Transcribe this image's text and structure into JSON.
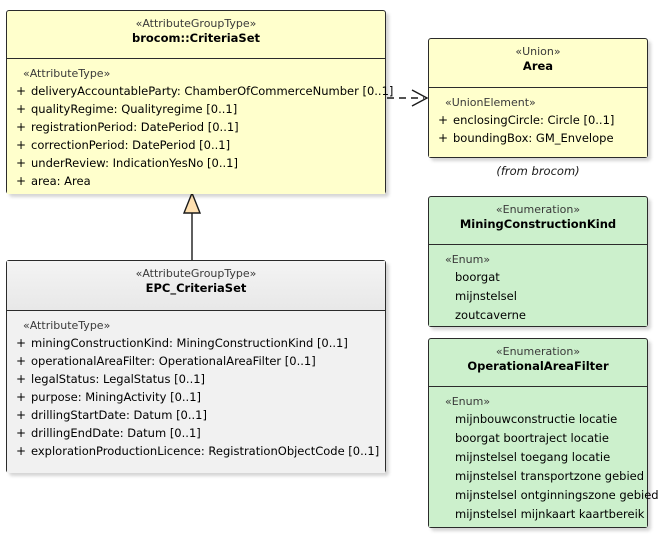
{
  "diagram": {
    "type": "uml-class-diagram",
    "background": "#ffffff",
    "colors": {
      "class_yellow": "#ffffcc",
      "enum_green": "#ccf0cc",
      "class_gray": "#f1f1f1",
      "border": "#2b2b2b",
      "generalization_arrow_fill": "#ffe0b0"
    }
  },
  "criteria_set": {
    "stereotype": "«AttributeGroupType»",
    "name": "brocom::CriteriaSet",
    "compartment_stereotype": "«AttributeType»",
    "attributes": [
      {
        "visibility": "+",
        "text": "deliveryAccountableParty: ChamberOfCommerceNumber [0..1]"
      },
      {
        "visibility": "+",
        "text": "qualityRegime: Qualityregime [0..1]"
      },
      {
        "visibility": "+",
        "text": "registrationPeriod: DatePeriod [0..1]"
      },
      {
        "visibility": "+",
        "text": "correctionPeriod: DatePeriod [0..1]"
      },
      {
        "visibility": "+",
        "text": "underReview: IndicationYesNo [0..1]"
      },
      {
        "visibility": "+",
        "text": "area: Area"
      }
    ]
  },
  "epc_criteria_set": {
    "stereotype": "«AttributeGroupType»",
    "name": "EPC_CriteriaSet",
    "compartment_stereotype": "«AttributeType»",
    "attributes": [
      {
        "visibility": "+",
        "text": "miningConstructionKind: MiningConstructionKind [0..1]"
      },
      {
        "visibility": "+",
        "text": "operationalAreaFilter: OperationalAreaFilter [0..1]"
      },
      {
        "visibility": "+",
        "text": "legalStatus: LegalStatus [0..1]"
      },
      {
        "visibility": "+",
        "text": "purpose: MiningActivity [0..1]"
      },
      {
        "visibility": "+",
        "text": "drillingStartDate: Datum [0..1]"
      },
      {
        "visibility": "+",
        "text": "drillingEndDate: Datum [0..1]"
      },
      {
        "visibility": "+",
        "text": "explorationProductionLicence: RegistrationObjectCode [0..1]"
      }
    ]
  },
  "area_union": {
    "stereotype": "«Union»",
    "name": "Area",
    "compartment_stereotype": "«UnionElement»",
    "attributes": [
      {
        "visibility": "+",
        "text": "enclosingCircle: Circle [0..1]"
      },
      {
        "visibility": "+",
        "text": "boundingBox: GM_Envelope"
      }
    ],
    "caption": "(from brocom)"
  },
  "mining_construction_kind": {
    "stereotype": "«Enumeration»",
    "name": "MiningConstructionKind",
    "compartment_stereotype": "«Enum»",
    "literals": [
      "boorgat",
      "mijnstelsel",
      "zoutcaverne"
    ]
  },
  "operational_area_filter": {
    "stereotype": "«Enumeration»",
    "name": "OperationalAreaFilter",
    "compartment_stereotype": "«Enum»",
    "literals": [
      "mijnbouwconstructie locatie",
      "boorgat boortraject locatie",
      "mijnstelsel toegang locatie",
      "mijnstelsel transportzone gebied",
      "mijnstelsel ontginningszone gebied",
      "mijnstelsel mijnkaart kaartbereik"
    ]
  },
  "connectors": [
    {
      "id": "generalization",
      "kind": "generalization",
      "from": "EPC_CriteriaSet",
      "to": "brocom::CriteriaSet",
      "style": "solid",
      "arrowhead": "hollow-triangle"
    },
    {
      "id": "dependency",
      "kind": "dependency",
      "from": "brocom::CriteriaSet",
      "to": "Area",
      "style": "dashed",
      "arrowhead": "open"
    }
  ]
}
